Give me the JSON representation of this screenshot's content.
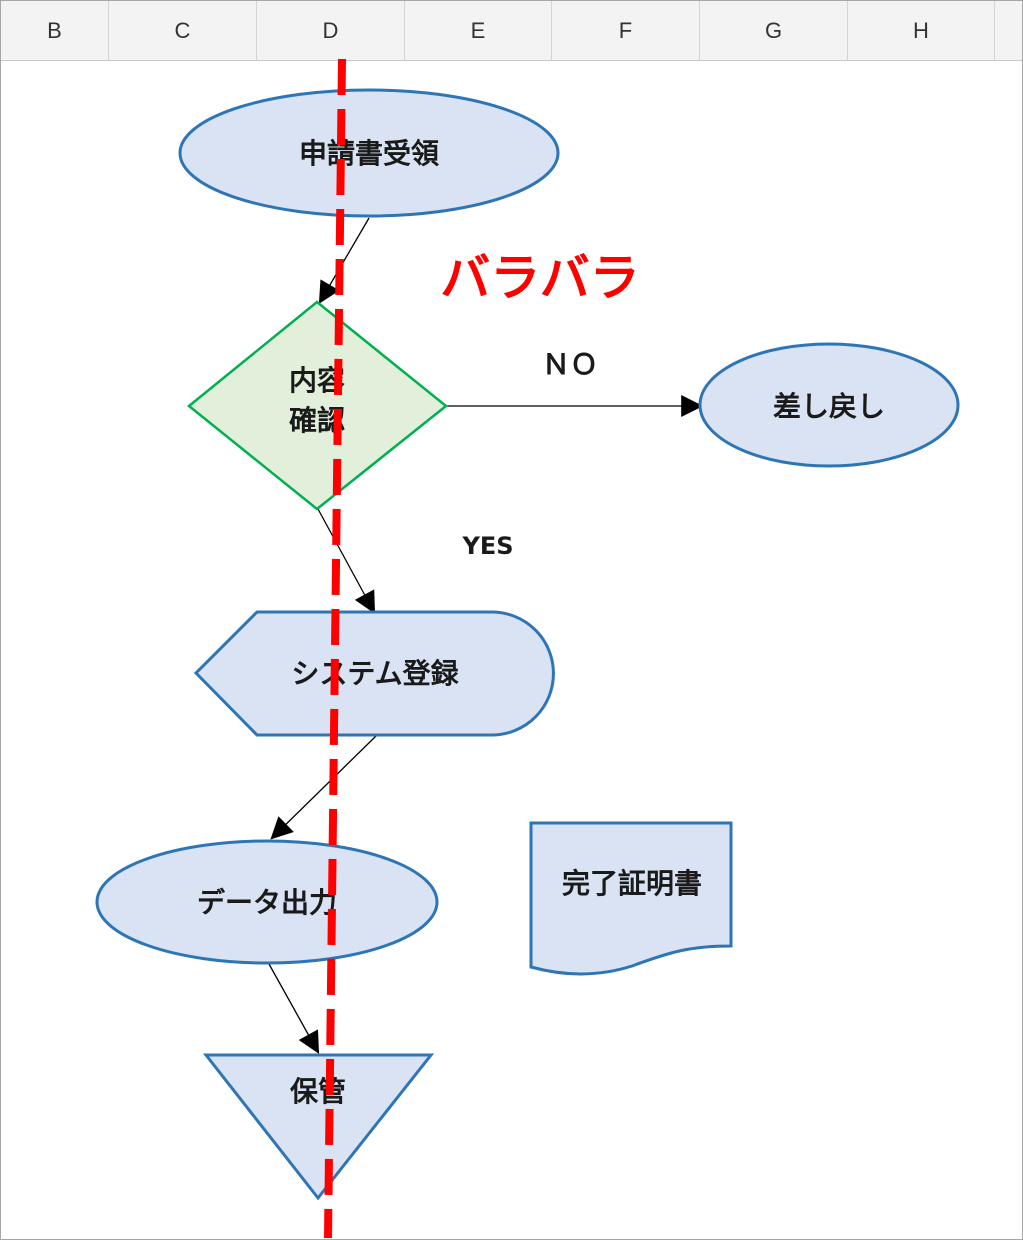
{
  "column_headers": [
    "B",
    "C",
    "D",
    "E",
    "F",
    "G",
    "H"
  ],
  "colors": {
    "node_fill": "#dae3f3",
    "node_stroke": "#2e75b6",
    "decision_fill": "#e2efda",
    "decision_stroke": "#00b050",
    "connector": "#000000",
    "guide_line": "#ff0000",
    "note_text": "#ff0000"
  },
  "flowchart": {
    "start": "申請書受領",
    "decision_line1": "内容",
    "decision_line2": "確認",
    "reject": "差し戻し",
    "register": "システム登録",
    "output": "データ出力",
    "store": "保管",
    "certificate": "完了証明書",
    "no_label": "ＮＯ",
    "yes_label": "YES"
  },
  "annotation": {
    "text": "バラバラ"
  }
}
